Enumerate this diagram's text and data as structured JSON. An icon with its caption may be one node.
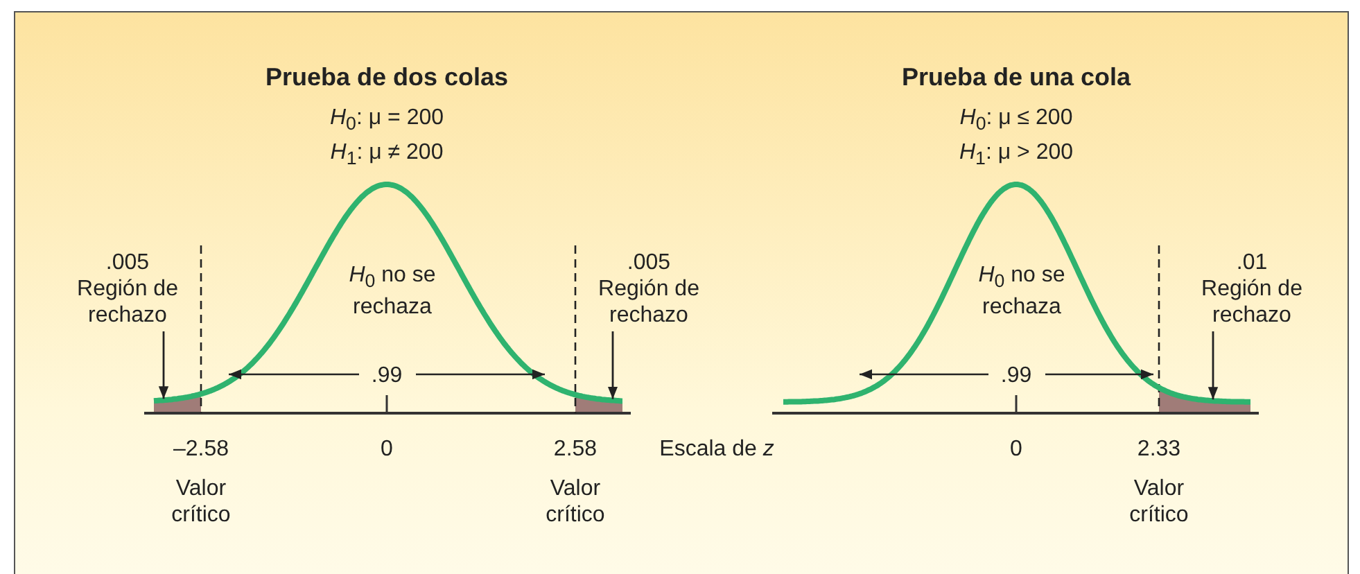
{
  "diagram": {
    "nodes": [
      {
        "text": [
          ".005",
          "Región de rechazo"
        ]
      },
      {
        "text": [],
        "shape": "area"
      },
      {
        "text": [
          ".005",
          "Región de rechazo"
        ]
      },
      {
        "text": [],
        "shape": "area"
      },
      {
        "text": [
          ".01",
          "Región de rechazo"
        ]
      },
      {
        "text": [],
        "shape": "area"
      }
    ],
    "edges": [
      {
        "from": 0,
        "to": 1,
        "arrow": "to"
      },
      {
        "from": 2,
        "to": 3,
        "arrow": "to"
      },
      {
        "from": 4,
        "to": 5,
        "arrow": "to"
      }
    ],
    "labels": [
      "Prueba de dos colas",
      "*H*$_{0}$: μ = 200",
      "*H*$_{1}$: μ ≠ 200",
      "Prueba de una cola",
      "*H*$_{0}$: μ ≤ 200",
      "*H*$_{1}$: μ > 200",
      "*H*$_{0}$ no se rechaza",
      "*H*$_{0}$ no se rechaza",
      ".99",
      ".99",
      "–2.58",
      "0",
      "2.58",
      "Escala de *z*",
      "0",
      "2.33",
      "Valor crítico",
      "Valor crítico",
      "Valor crítico"
    ]
  }
}
